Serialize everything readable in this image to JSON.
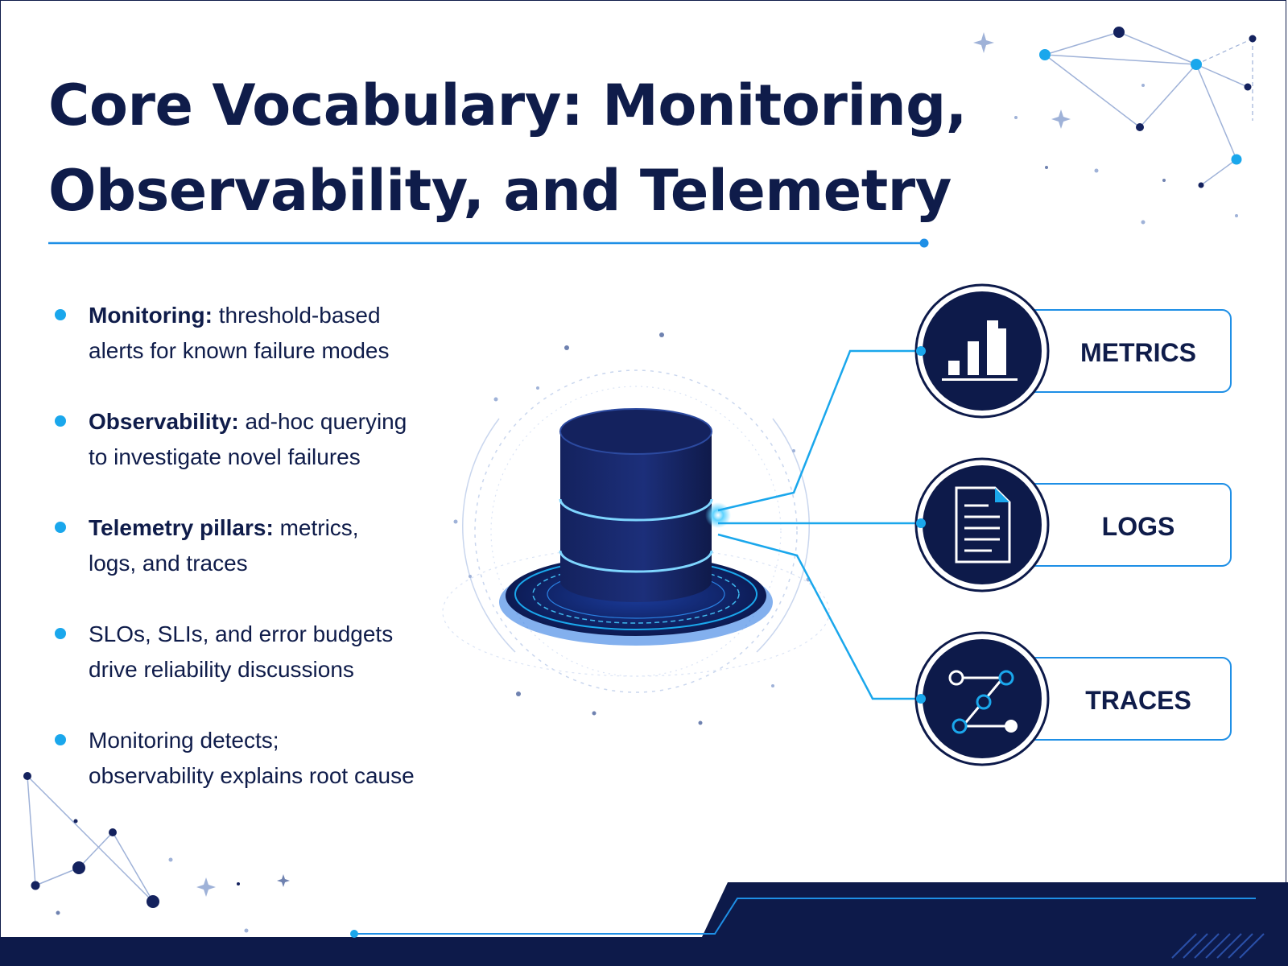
{
  "title": {
    "line1": "Core Vocabulary: Monitoring,",
    "line2": "Observability, and Telemetry"
  },
  "bullets": [
    {
      "bold": "Monitoring:",
      "line1_rest": " threshold-based",
      "line2": "alerts for known failure modes"
    },
    {
      "bold": "Observability:",
      "line1_rest": " ad-hoc querying",
      "line2": "to investigate novel failures"
    },
    {
      "bold": "Telemetry pillars:",
      "line1_rest": " metrics,",
      "line2": "logs, and traces"
    },
    {
      "bold": "",
      "line1_rest": "SLOs, SLIs, and error budgets",
      "line2": "drive reliability discussions"
    },
    {
      "bold": "",
      "line1_rest": "Monitoring detects;",
      "line2": "observability explains root cause"
    }
  ],
  "pillars": [
    {
      "label": "METRICS",
      "icon": "bar-chart-icon"
    },
    {
      "label": "LOGS",
      "icon": "document-icon"
    },
    {
      "label": "TRACES",
      "icon": "trace-graph-icon"
    }
  ],
  "colors": {
    "navy": "#0f1c4a",
    "accent_blue": "#1aa7ec",
    "line_blue": "#1e8fe6"
  }
}
